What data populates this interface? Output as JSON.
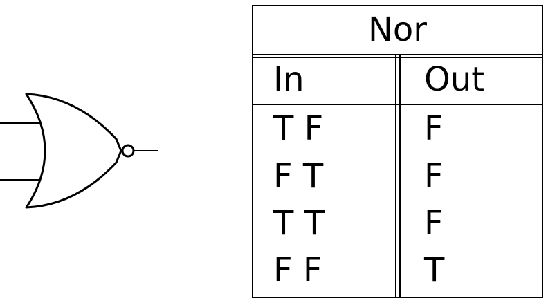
{
  "gate": {
    "type": "nor"
  },
  "table": {
    "title": "Nor",
    "headers": {
      "in": "In",
      "out": "Out"
    },
    "rows": [
      {
        "in": "T F",
        "out": "F"
      },
      {
        "in": "F T",
        "out": "F"
      },
      {
        "in": "T T",
        "out": "F"
      },
      {
        "in": "F F",
        "out": "T"
      }
    ]
  }
}
